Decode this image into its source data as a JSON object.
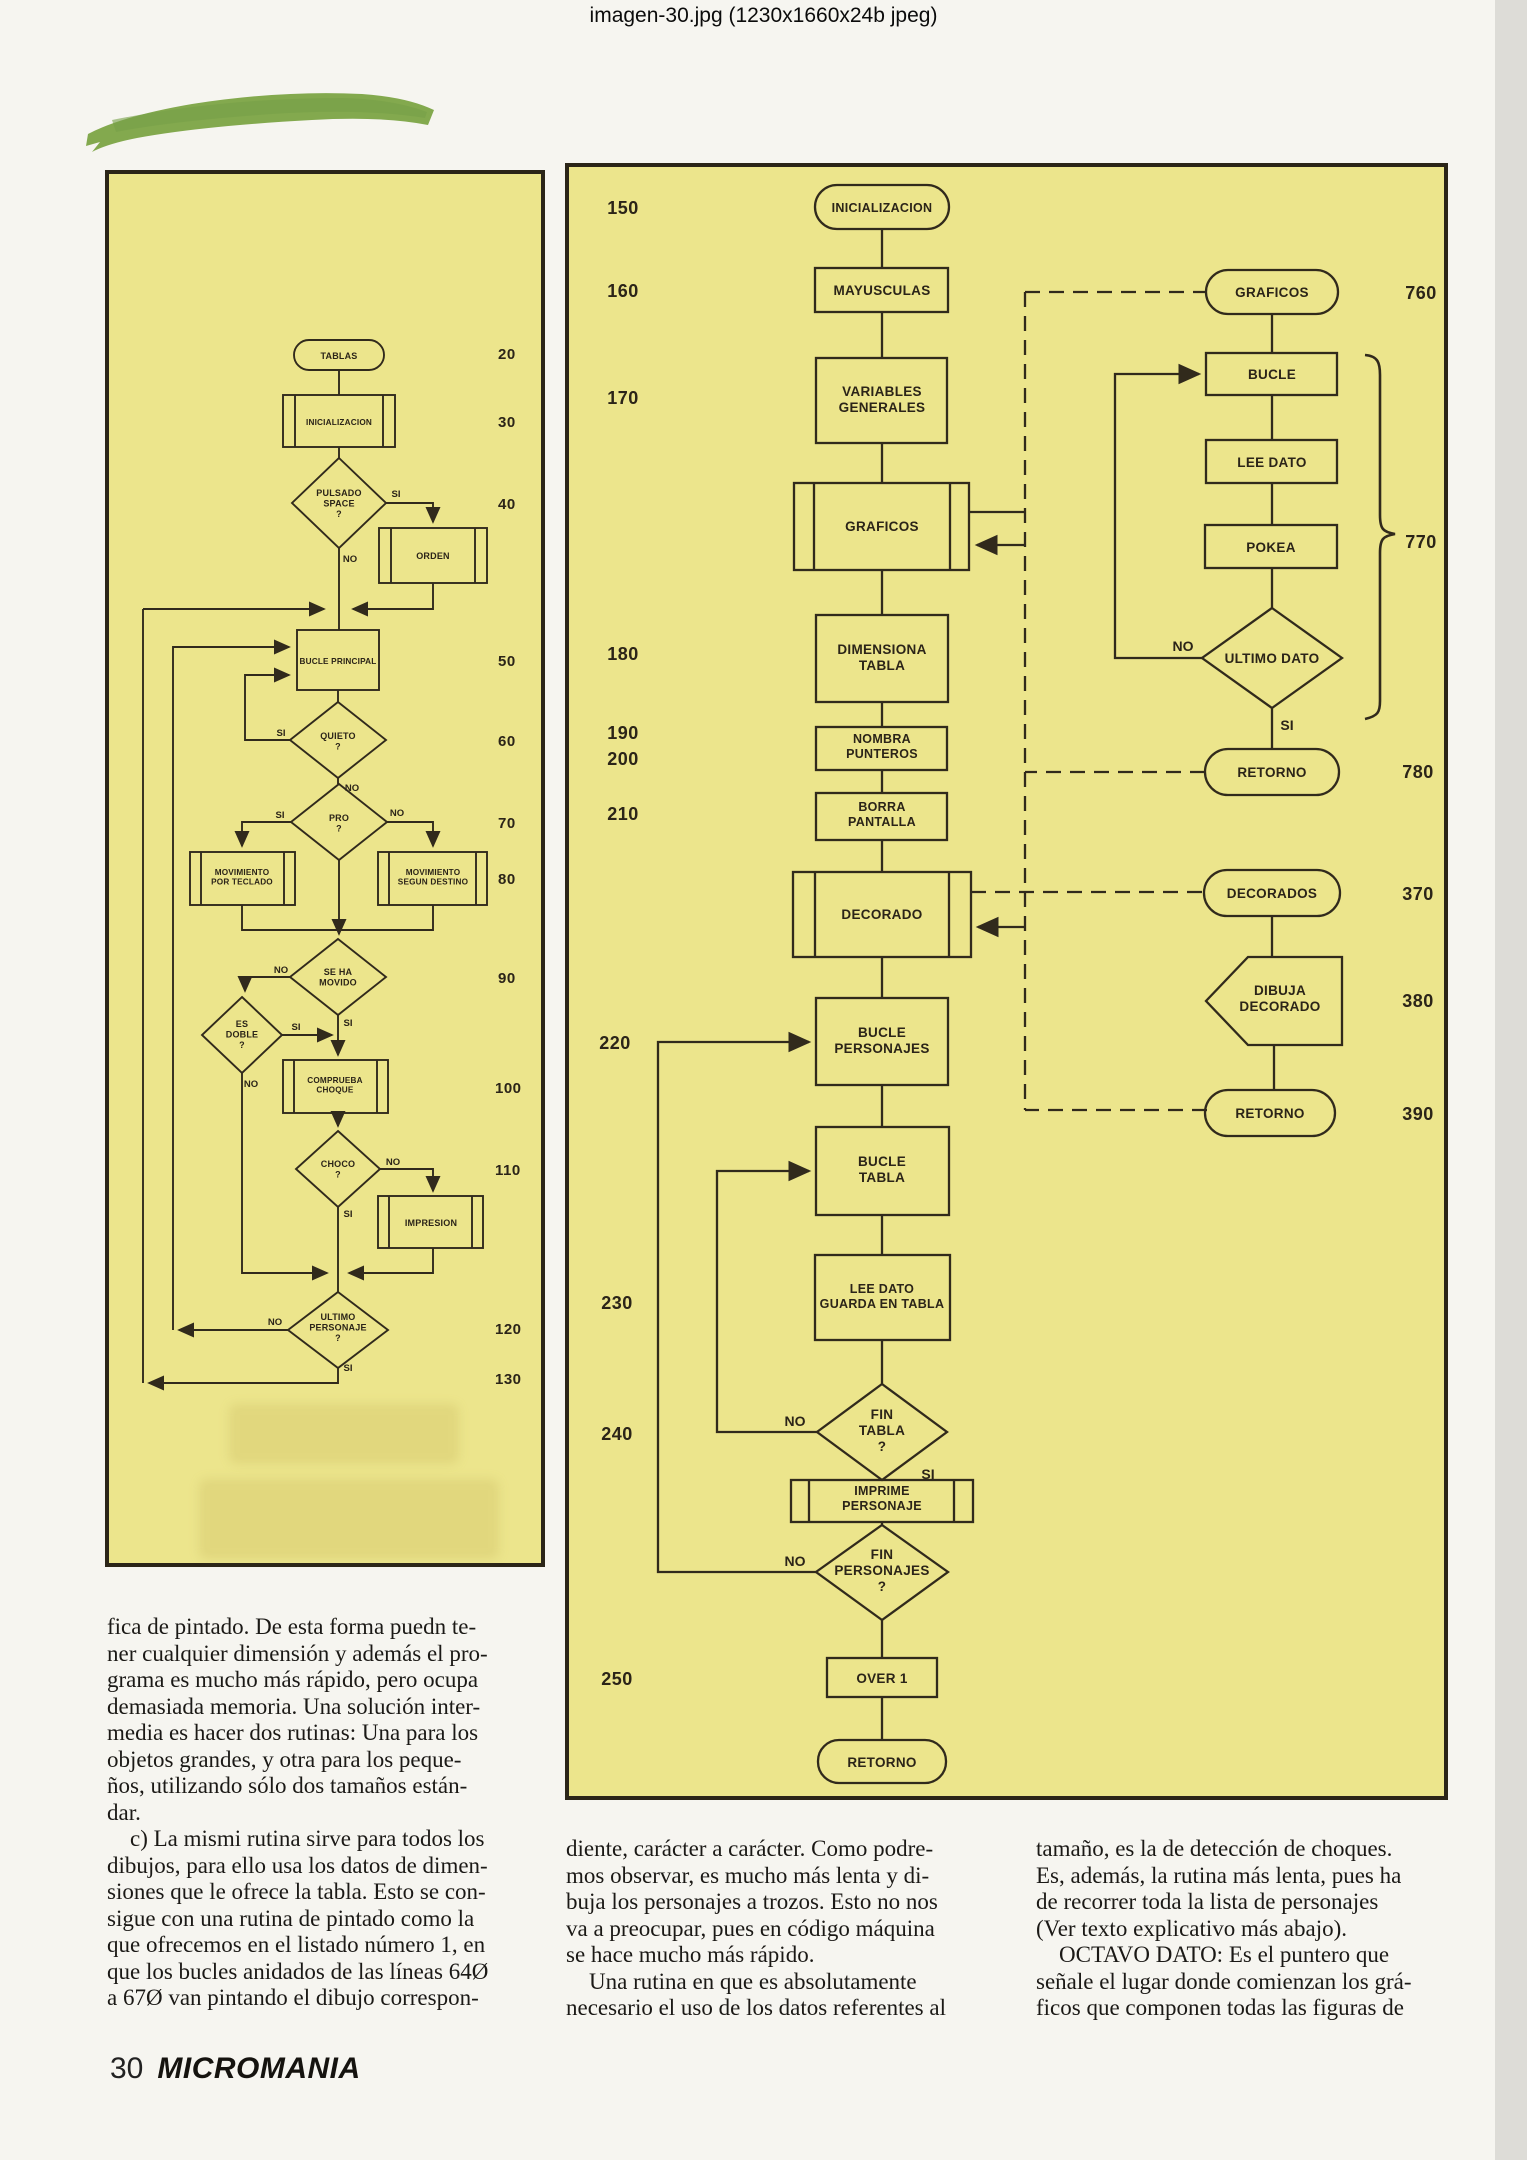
{
  "window": {
    "title": "imagen-30.jpg (1230x1660x24b jpeg)"
  },
  "labels": {
    "yes": "SI",
    "no": "NO"
  },
  "left_chart": {
    "nodes": {
      "tablas": "TABLAS",
      "inicializacion": "INICIALIZACION",
      "pulsado_space": "PULSADO\nSPACE\n?",
      "orden": "ORDEN",
      "bucle_principal": "BUCLE PRINCIPAL",
      "quieto": "QUIETO\n?",
      "pro": "PRO\n?",
      "mov_teclado": "MOVIMIENTO\nPOR TECLADO",
      "mov_destino": "MOVIMIENTO\nSEGUN DESTINO",
      "se_ha_movido": "SE HA\nMOVIDO",
      "es_doble": "ES\nDOBLE\n?",
      "comprueba_choque": "COMPRUEBA\nCHOQUE",
      "choco": "CHOCO\n?",
      "impresion": "IMPRESION",
      "ultimo_personaje": "ULTIMO\nPERSONAJE\n?"
    },
    "line_numbers": [
      "20",
      "30",
      "40",
      "50",
      "60",
      "70",
      "80",
      "90",
      "100",
      "110",
      "120",
      "130"
    ]
  },
  "right_chart": {
    "nodes": {
      "inicializacion": "INICIALIZACION",
      "mayusculas": "MAYUSCULAS",
      "variables_generales": "VARIABLES\nGENERALES",
      "graficos": "GRAFICOS",
      "dimensiona_tabla": "DIMENSIONA\nTABLA",
      "nombra_punteros": "NOMBRA\nPUNTEROS",
      "borra_pantalla": "BORRA\nPANTALLA",
      "decorado": "DECORADO",
      "bucle_personajes": "BUCLE\nPERSONAJES",
      "bucle_tabla": "BUCLE\nTABLA",
      "lee_dato_guarda": "LEE DATO\nGUARDA EN TABLA",
      "fin_tabla": "FIN\nTABLA\n?",
      "imprime_personaje": "IMPRIME\nPERSONAJE",
      "fin_personajes": "FIN\nPERSONAJES\n?",
      "over1": "OVER 1",
      "retorno_main": "RETORNO",
      "graficos_sub": "GRAFICOS",
      "bucle": "BUCLE",
      "lee_dato": "LEE DATO",
      "pokea": "POKEA",
      "ultimo_dato": "ULTIMO DATO",
      "retorno_graficos": "RETORNO",
      "decorados": "DECORADOS",
      "dibuja_decorado": "DIBUJA\nDECORADO",
      "retorno_decorados": "RETORNO"
    },
    "left_numbers": [
      "150",
      "160",
      "170",
      "180",
      "190",
      "200",
      "210",
      "220",
      "230",
      "240",
      "250"
    ],
    "right_numbers": [
      "760",
      "770",
      "780",
      "370",
      "380",
      "390"
    ]
  },
  "article": {
    "col1": "fica de pintado. De esta forma puedn te-\nner cualquier dimensión y además el pro-\ngrama es mucho más rápido, pero ocupa\ndemasiada memoria. Una solución inter-\nmedia es hacer dos rutinas: Una para los\nobjetos grandes, y otra para los peque-\nños, utilizando sólo dos tamaños están-\ndar.\n c)  La mismi rutina sirve para todos los\ndibujos, para ello usa los datos de dimen-\nsiones que le ofrece la tabla. Esto se con-\nsigue con una rutina de pintado como la\nque ofrecemos en el listado número 1, en\nque los bucles anidados de las líneas 64Ø\na 67Ø van pintando el dibujo correspon-",
    "col2": "diente, carácter a carácter. Como podre-\nmos observar, es mucho más lenta y di-\nbuja los personajes a trozos. Esto no nos\nva a preocupar, pues en código máquina\nse hace mucho más rápido.\n Una rutina en que es absolutamente\nnecesario el uso de los datos referentes al",
    "col3": "tamaño, es la de detección de choques.\nEs, además, la rutina más lenta, pues ha\nde recorrer toda la lista de personajes\n(Ver texto explicativo más abajo).\n OCTAVO DATO: Es el puntero que\nseñale el lugar donde comienzan los grá-\nficos que componen todas las figuras de"
  },
  "footer": {
    "page_number": "30",
    "magazine": "MICROMANIA"
  }
}
